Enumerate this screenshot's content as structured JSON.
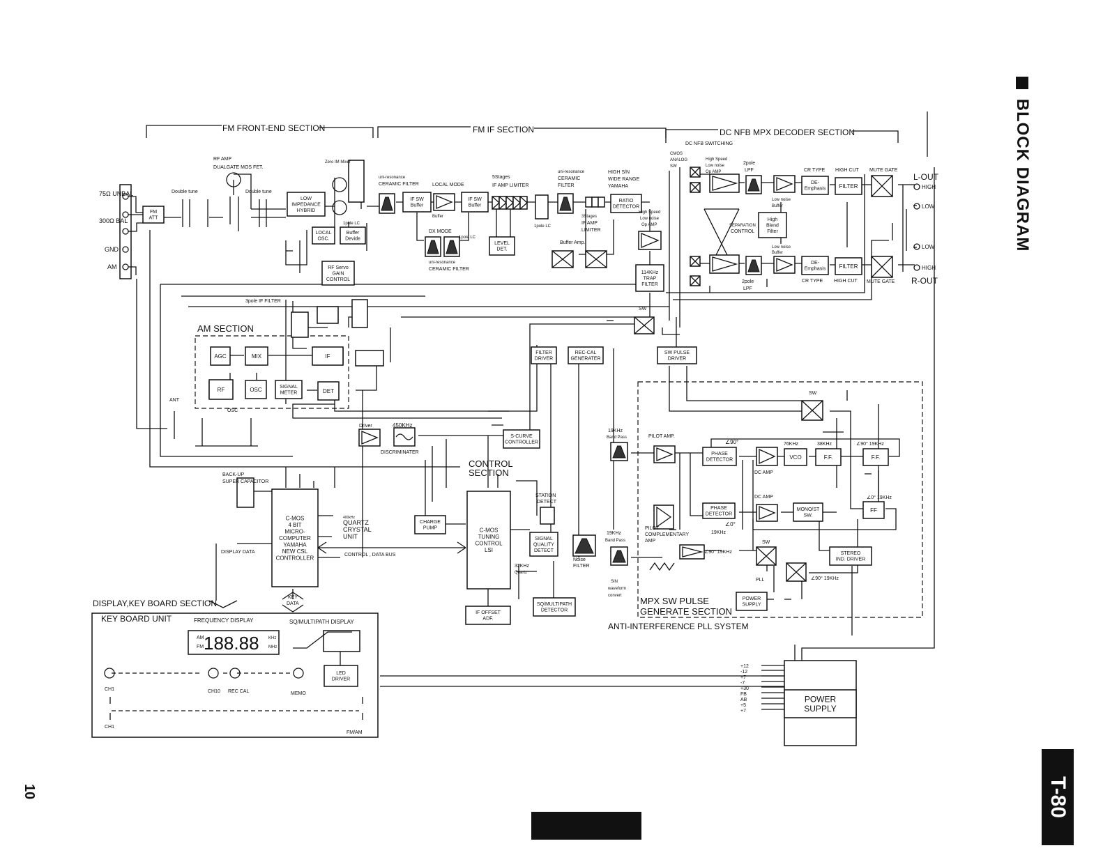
{
  "page": {
    "side_title": "BLOCK DIAGRAM",
    "model": "T-80",
    "page_number": "10"
  },
  "sections": {
    "fm_front_end": "FM FRONT-END SECTION",
    "fm_if": "FM IF SECTION",
    "dc_nfb_mpx": "DC NFB MPX DECODER SECTION",
    "am": "AM SECTION",
    "control": [
      "CONTROL",
      "SECTION"
    ],
    "display_keyboard": "DISPLAY,KEY BOARD SECTION",
    "mpx_sw_pulse": [
      "MPX SW PULSE",
      "GENERATE SECTION"
    ],
    "anti_interference": "ANTI-INTERFERENCE PLL SYSTEM"
  },
  "inputs": [
    "75Ω UNBAL",
    "300Ω BAL",
    "GND",
    "AM"
  ],
  "outputs": {
    "l_out": "L-OUT",
    "r_out": "R-OUT",
    "high": "HIGH",
    "low": "LOW"
  },
  "blocks": [
    {
      "id": "fm-att",
      "lines": [
        "FM",
        "ATT"
      ]
    },
    {
      "id": "low-impedance-hybrid",
      "lines": [
        "LOW",
        "IMPEDANCE",
        "HYBRID"
      ]
    },
    {
      "id": "local-osc",
      "lines": [
        "LOCAL",
        "OSC."
      ]
    },
    {
      "id": "buffer-devide",
      "lines": [
        "Buffer",
        "Devide"
      ]
    },
    {
      "id": "rf-servo-gain",
      "lines": [
        "RF Servo",
        "GAIN",
        "CONTROL"
      ]
    },
    {
      "id": "if-sw-buffer-1",
      "lines": [
        "IF SW",
        "Buffer"
      ]
    },
    {
      "id": "if-sw-buffer-2",
      "lines": [
        "IF SW",
        "Buffer"
      ]
    },
    {
      "id": "level-det",
      "lines": [
        "LEVEL",
        "DET."
      ]
    },
    {
      "id": "ratio-detector",
      "lines": [
        "RATIO",
        "DETECTOR"
      ]
    },
    {
      "id": "trap-filter",
      "lines": [
        "114KHz",
        "TRAP",
        "FILTER"
      ]
    },
    {
      "id": "agc",
      "lines": [
        "AGC"
      ]
    },
    {
      "id": "mix",
      "lines": [
        "MIX"
      ]
    },
    {
      "id": "am-if",
      "lines": [
        "IF"
      ]
    },
    {
      "id": "am-rf",
      "lines": [
        "RF"
      ]
    },
    {
      "id": "am-osc",
      "lines": [
        "OSC"
      ]
    },
    {
      "id": "signal-meter",
      "lines": [
        "SIGNAL",
        "METER"
      ]
    },
    {
      "id": "am-det",
      "lines": [
        "DET"
      ]
    },
    {
      "id": "filter-driver",
      "lines": [
        "FILTER",
        "DRIVER"
      ]
    },
    {
      "id": "rec-cal-generater",
      "lines": [
        "REC-CAL",
        "GENERATER"
      ]
    },
    {
      "id": "sw-pulse-driver",
      "lines": [
        "SW PULSE",
        "DRIVER"
      ]
    },
    {
      "id": "s-curve-controller",
      "lines": [
        "S-CURVE",
        "CONTROLLER"
      ]
    },
    {
      "id": "cmos-microcomputer",
      "lines": [
        "C-MOS",
        "4 BIT",
        "MICRO-",
        "COMPUTER",
        "YAMAHA",
        "NEW CSL",
        "CONTROLLER"
      ]
    },
    {
      "id": "charge-pump",
      "lines": [
        "CHARGE",
        "PUMP"
      ]
    },
    {
      "id": "cmos-tuning",
      "lines": [
        "C-MOS",
        "TUNING",
        "CONTROL",
        "LSI"
      ]
    },
    {
      "id": "signal-quality",
      "lines": [
        "SIGNAL",
        "QUALITY",
        "DETECT"
      ]
    },
    {
      "id": "if-offset",
      "lines": [
        "IF OFFSET",
        "ADF."
      ]
    },
    {
      "id": "sq-multipath",
      "lines": [
        "SQ/MULTIPATH",
        "DETECTOR"
      ]
    },
    {
      "id": "phase-detector-1",
      "lines": [
        "PHASE",
        "DETECTOR"
      ]
    },
    {
      "id": "vco",
      "lines": [
        "VCO"
      ]
    },
    {
      "id": "ff-38k",
      "lines": [
        "F.F."
      ]
    },
    {
      "id": "ff-19k",
      "lines": [
        "F.F."
      ]
    },
    {
      "id": "phase-detector-2",
      "lines": [
        "PHASE",
        "DETECTOR"
      ]
    },
    {
      "id": "mono-st-sw",
      "lines": [
        "MONO/ST",
        "SW."
      ]
    },
    {
      "id": "ff-lower",
      "lines": [
        "FF"
      ]
    },
    {
      "id": "stereo-ind",
      "lines": [
        "STEREO",
        "IND. DRIVER"
      ]
    },
    {
      "id": "pll-power",
      "lines": [
        "POWER",
        "SUPPLY"
      ]
    },
    {
      "id": "de-emphasis-l",
      "lines": [
        "DE-",
        "Emphasis"
      ]
    },
    {
      "id": "filter-l",
      "lines": [
        "FILTER"
      ]
    },
    {
      "id": "de-emphasis-r",
      "lines": [
        "DE-",
        "Emphasis"
      ]
    },
    {
      "id": "filter-r",
      "lines": [
        "FILTER"
      ]
    },
    {
      "id": "high-blend",
      "lines": [
        "High",
        "Blend",
        "Filter"
      ]
    },
    {
      "id": "power-supply",
      "lines": [
        "POWER",
        "SUPPLY"
      ]
    },
    {
      "id": "led-driver",
      "lines": [
        "LED",
        "DRIVER"
      ]
    }
  ],
  "labels": [
    {
      "id": "rf-amp",
      "text": "RF AMP"
    },
    {
      "id": "dualgate",
      "text": "DUALGATE MOS FET."
    },
    {
      "id": "double-tune-1",
      "text": "Double tune"
    },
    {
      "id": "double-tune-2",
      "text": "Double tune"
    },
    {
      "id": "zero-im-mixer",
      "text": "Zero IM Mixer"
    },
    {
      "id": "uni-ceramic-1a",
      "text": "uni-resonance"
    },
    {
      "id": "uni-ceramic-1b",
      "text": "CERAMIC FILTER"
    },
    {
      "id": "local-mode",
      "text": "LOCAL MODE"
    },
    {
      "id": "five-stages-a",
      "text": "5Stages"
    },
    {
      "id": "five-stages-b",
      "text": "IF AMP LIMITER"
    },
    {
      "id": "uni-ceramic-2a",
      "text": "uni-resonance"
    },
    {
      "id": "uni-ceramic-2b",
      "text": "CERAMIC"
    },
    {
      "id": "uni-ceramic-2c",
      "text": "FILTER"
    },
    {
      "id": "high-sn-a",
      "text": "HIGH S/N"
    },
    {
      "id": "high-sn-b",
      "text": "WIDE RANGE"
    },
    {
      "id": "high-sn-c",
      "text": "YAMAHA"
    },
    {
      "id": "buffer",
      "text": "Buffer"
    },
    {
      "id": "dx-mode",
      "text": "DX MODE"
    },
    {
      "id": "uni-ceramic-3a",
      "text": "uni-resonance"
    },
    {
      "id": "uni-ceramic-3b",
      "text": "CERAMIC FILTER"
    },
    {
      "id": "one-pole-lc-1",
      "text": "1pole LC"
    },
    {
      "id": "one-pole-lc-2",
      "text": "1pole LC"
    },
    {
      "id": "one-pole-lc-3",
      "text": "1pole LC"
    },
    {
      "id": "three-stages-a",
      "text": "3Stages"
    },
    {
      "id": "three-stages-b",
      "text": "IF AMP"
    },
    {
      "id": "three-stages-c",
      "text": "LIMITER"
    },
    {
      "id": "buffer-amp",
      "text": "Buffer Amp."
    },
    {
      "id": "hs-op-a",
      "text": "High Speed"
    },
    {
      "id": "hs-op-b",
      "text": "Low noise"
    },
    {
      "id": "hs-op-c",
      "text": "Op AMP"
    },
    {
      "id": "dc-nfb-sw",
      "text": "DC NFB SWITCHING"
    },
    {
      "id": "cmos-analog-a",
      "text": "CMOS"
    },
    {
      "id": "cmos-analog-b",
      "text": "ANALOG"
    },
    {
      "id": "cmos-analog-c",
      "text": "SW"
    },
    {
      "id": "hs2-a",
      "text": "High Speed"
    },
    {
      "id": "hs2-b",
      "text": "Low noise"
    },
    {
      "id": "hs2-c",
      "text": "Op AMP"
    },
    {
      "id": "two-pole-lpf-a",
      "text": "2pole"
    },
    {
      "id": "two-pole-lpf-b",
      "text": "LPF"
    },
    {
      "id": "two-pole-lpf-c",
      "text": "2pole"
    },
    {
      "id": "two-pole-lpf-d",
      "text": "LPF"
    },
    {
      "id": "cr-type-1",
      "text": "CR TYPE"
    },
    {
      "id": "high-cut-1",
      "text": "HIGH CUT"
    },
    {
      "id": "mute-gate-1",
      "text": "MUTE GATE"
    },
    {
      "id": "cr-type-2",
      "text": "CR TYPE"
    },
    {
      "id": "high-cut-2",
      "text": "HIGH CUT"
    },
    {
      "id": "mute-gate-2",
      "text": "MUTE GATE"
    },
    {
      "id": "lnb-1a",
      "text": "Low noise"
    },
    {
      "id": "lnb-1b",
      "text": "Buffer"
    },
    {
      "id": "lnb-2a",
      "text": "Low noise"
    },
    {
      "id": "lnb-2b",
      "text": "Buffer"
    },
    {
      "id": "sep-a",
      "text": "SEPARATION"
    },
    {
      "id": "sep-b",
      "text": "CONTROL"
    },
    {
      "id": "three-pole-if",
      "text": "3pole IF FILTER"
    },
    {
      "id": "sw-top",
      "text": "SW"
    },
    {
      "id": "ant",
      "text": "ANT"
    },
    {
      "id": "osc-small",
      "text": "OSC"
    },
    {
      "id": "driver",
      "text": "Driver"
    },
    {
      "id": "450k",
      "text": "450KHz"
    },
    {
      "id": "discriminater",
      "text": "DISCRIMINATER"
    },
    {
      "id": "backup-a",
      "text": "BACK-UP"
    },
    {
      "id": "backup-b",
      "text": "SUPER CAPACITOR"
    },
    {
      "id": "quartz-a",
      "text": "400kHz"
    },
    {
      "id": "quartz-b",
      "text": "QUARTZ"
    },
    {
      "id": "quartz-c",
      "text": "CRYSTAL"
    },
    {
      "id": "quartz-d",
      "text": "UNIT"
    },
    {
      "id": "display-data",
      "text": "DISPLAY DATA"
    },
    {
      "id": "control-bus",
      "text": "CONTROL , DATA BUS"
    },
    {
      "id": "key-data-a",
      "text": "KEY"
    },
    {
      "id": "key-data-b",
      "text": "DATA"
    },
    {
      "id": "station-a",
      "text": "STATION"
    },
    {
      "id": "station-b",
      "text": "DETECT"
    },
    {
      "id": "quartz32-a",
      "text": "32KHz"
    },
    {
      "id": "quartz32-b",
      "text": "Quartz"
    },
    {
      "id": "noise-a",
      "text": "Noise"
    },
    {
      "id": "noise-b",
      "text": "FILTER"
    },
    {
      "id": "bp1-a",
      "text": "19KHz"
    },
    {
      "id": "bp1-b",
      "text": "Band Pass"
    },
    {
      "id": "bp2-a",
      "text": "19KHz"
    },
    {
      "id": "bp2-b",
      "text": "Band Pass"
    },
    {
      "id": "pilot-amp",
      "text": "PILOT AMP."
    },
    {
      "id": "pilot-comp-a",
      "text": "PILOT"
    },
    {
      "id": "pilot-comp-b",
      "text": "COMPLEMENTARY"
    },
    {
      "id": "pilot-comp-c",
      "text": "AMP"
    },
    {
      "id": "angle90-1",
      "text": "∠90°"
    },
    {
      "id": "76k",
      "text": "76KHz"
    },
    {
      "id": "38k",
      "text": "38KHz"
    },
    {
      "id": "angle90-19k",
      "text": "∠90° 19KHz"
    },
    {
      "id": "dc-amp-1",
      "text": "DC AMP"
    },
    {
      "id": "dc-amp-2",
      "text": "DC AMP"
    },
    {
      "id": "angle0-19k",
      "text": "∠0° 19KHz"
    },
    {
      "id": "angle0",
      "text": "∠0°"
    },
    {
      "id": "19khz-small",
      "text": "19KHz"
    },
    {
      "id": "sw-mid",
      "text": "SW"
    },
    {
      "id": "sw-mpx",
      "text": "SW"
    },
    {
      "id": "angle90-19k-b",
      "text": "∠90° 19KHz"
    },
    {
      "id": "angle90-19k-c",
      "text": "∠90° 19KHz"
    },
    {
      "id": "pll",
      "text": "PLL"
    },
    {
      "id": "sin-a",
      "text": "SIN"
    },
    {
      "id": "sin-b",
      "text": "waveform"
    },
    {
      "id": "sin-c",
      "text": "convert"
    },
    {
      "id": "keyboard-unit",
      "text": "KEY BOARD UNIT"
    },
    {
      "id": "freq-display",
      "text": "FREQUENCY DISPLAY"
    },
    {
      "id": "sq-display",
      "text": "SQ/MULTIPATH DISPLAY"
    },
    {
      "id": "seg-am",
      "text": "AM"
    },
    {
      "id": "seg-fm",
      "text": "FM"
    },
    {
      "id": "seg-khz",
      "text": "KHz"
    },
    {
      "id": "seg-mhz",
      "text": "MHz"
    },
    {
      "id": "seg-digits",
      "text": "188.88"
    },
    {
      "id": "ch1-a",
      "text": "CH1"
    },
    {
      "id": "ch10",
      "text": "CH10"
    },
    {
      "id": "rec-cal",
      "text": "REC CAL"
    },
    {
      "id": "memo",
      "text": "MEMO"
    },
    {
      "id": "ch1-b",
      "text": "CH1"
    },
    {
      "id": "fm-am",
      "text": "FM/AM"
    }
  ],
  "power_rails": [
    "+12",
    "-12",
    "+7",
    "-7",
    "+30",
    "FB",
    "AB",
    "+5",
    "+7"
  ]
}
